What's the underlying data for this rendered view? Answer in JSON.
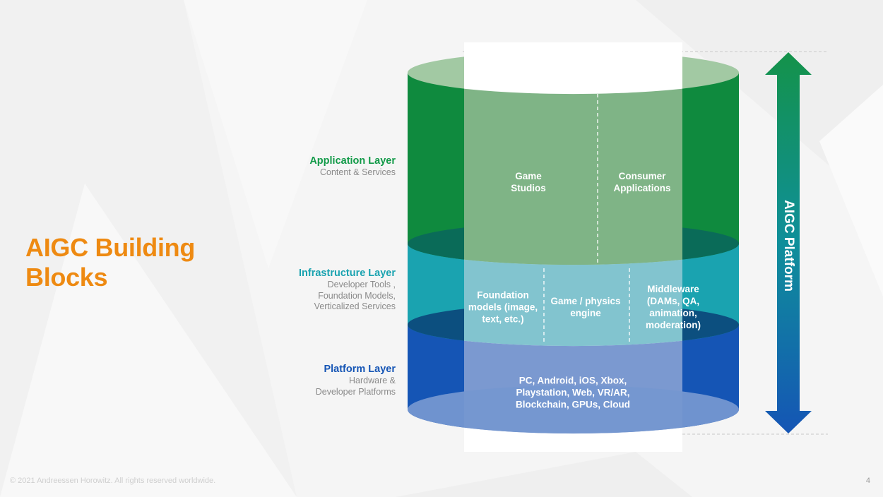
{
  "slide": {
    "title_line1": "AIGC Building",
    "title_line2": "Blocks",
    "title_color": "#ee8a12",
    "footer": "© 2021 Andreessen Horowitz.  All rights reserved worldwide.",
    "page_number": "4"
  },
  "layers": [
    {
      "name": "Application Layer",
      "subtitle_lines": [
        "Content & Services"
      ],
      "color": "#129a48",
      "cells": [
        {
          "lines": [
            "Game",
            "Studios"
          ]
        },
        {
          "lines": [
            "Consumer",
            "Applications"
          ]
        }
      ]
    },
    {
      "name": "Infrastructure Layer",
      "subtitle_lines": [
        "Developer Tools ,",
        "Foundation Models,",
        "Verticalized Services"
      ],
      "color": "#1aa3b0",
      "cells": [
        {
          "lines": [
            "Foundation",
            "models (image,",
            "text, etc.)"
          ]
        },
        {
          "lines": [
            "Game / physics",
            "engine"
          ]
        },
        {
          "lines": [
            "Middleware",
            "(DAMs, QA,",
            "animation,",
            "moderation)"
          ]
        }
      ]
    },
    {
      "name": "Platform Layer",
      "subtitle_lines": [
        "Hardware &",
        "Developer Platforms"
      ],
      "color": "#1555b5",
      "cells": [
        {
          "lines": [
            "PC, Android, iOS, Xbox,",
            "Playstation, Web, VR/AR,",
            "Blockchain, GPUs, Cloud"
          ]
        }
      ]
    }
  ],
  "platform_axis": {
    "label": "AIGC Platform",
    "color_top": "#14924a",
    "color_bottom": "#1555b5"
  }
}
